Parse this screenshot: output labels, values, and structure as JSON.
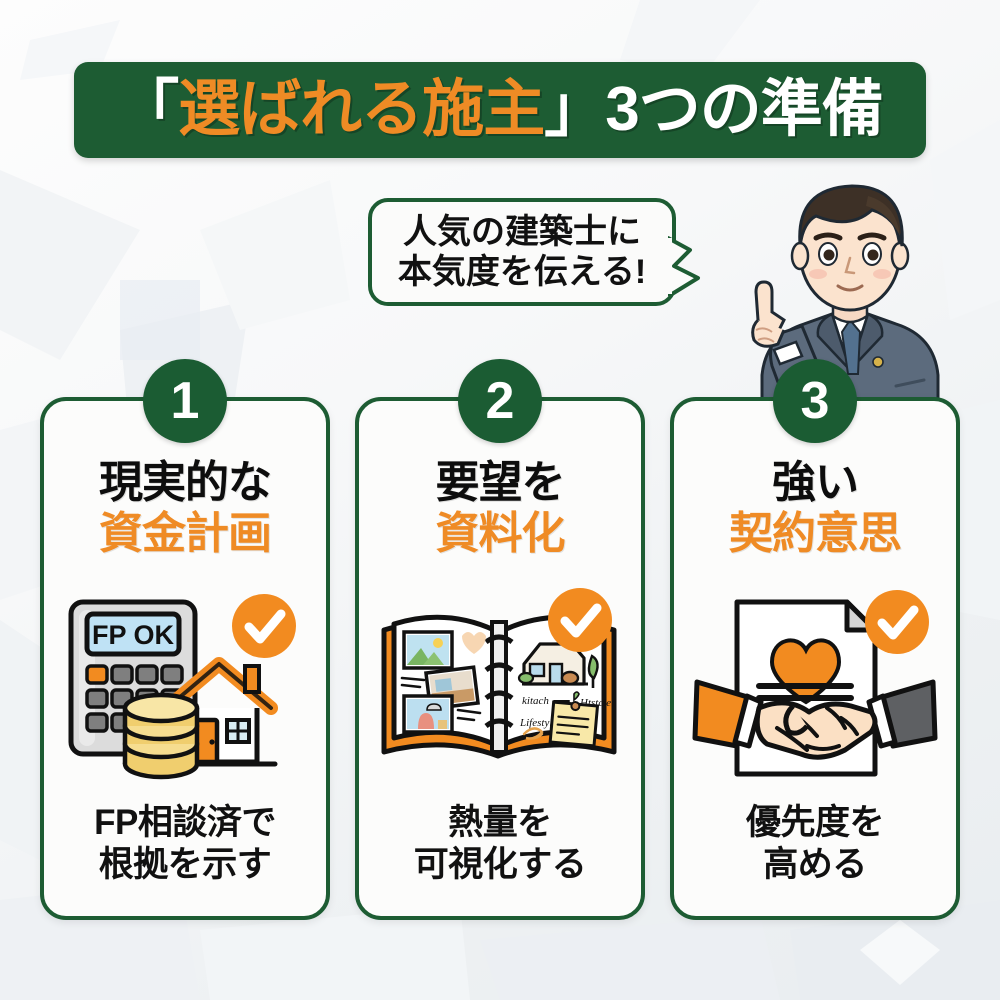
{
  "title": {
    "open_bracket": "「",
    "highlight": "選ばれる施主",
    "tail": "」3つの準備",
    "banner_color": "#1d5c33",
    "highlight_color": "#ef8b25"
  },
  "speech_bubble": {
    "line1": "人気の建築士に",
    "line2": "本気度を伝える!"
  },
  "character": {
    "alt": "suit-man-pointing-up"
  },
  "cards": [
    {
      "number": "1",
      "heading_main": "現実的な",
      "heading_accent": "資金計画",
      "caption_line1": "FP相談済で",
      "caption_line2": "根拠を示す",
      "art": {
        "name": "calculator-coins-house",
        "calculator_display": "FP OK",
        "display_color": "#bfe2f5",
        "check_color": "#f28b20"
      }
    },
    {
      "number": "2",
      "heading_main": "要望を",
      "heading_accent": "資料化",
      "caption_line1": "熱量を",
      "caption_line2": "可視化する",
      "art": {
        "name": "open-scrapbook-binder",
        "note_label_1": "kitach",
        "note_label_2": "Htstcle",
        "note_label_3": "Lifestyle",
        "cover_color": "#ef8b25",
        "check_color": "#f28b20"
      }
    },
    {
      "number": "3",
      "heading_main": "強い",
      "heading_accent": "契約意思",
      "caption_line1": "優先度を",
      "caption_line2": "高める",
      "art": {
        "name": "handshake-contract-heart",
        "heart_color": "#f28b20",
        "left_sleeve_color": "#f28b20",
        "right_sleeve_color": "#5e6063",
        "check_color": "#f28b20"
      }
    }
  ],
  "theme": {
    "green": "#1d5c33",
    "orange": "#ef8b25",
    "text_dark": "#111111",
    "card_bg": "#fcfcfb"
  }
}
